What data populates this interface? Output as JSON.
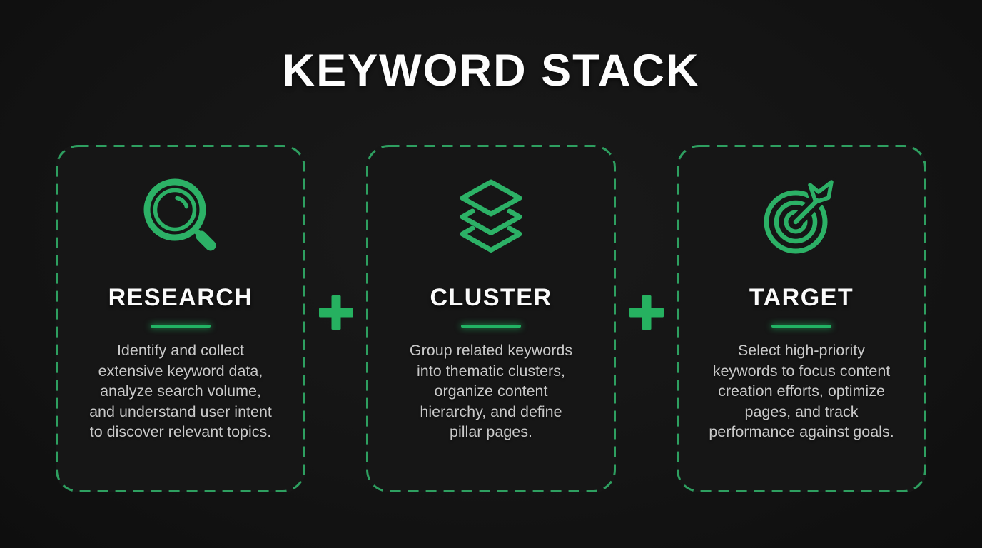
{
  "header": {
    "title": "KEYWORD STACK"
  },
  "cards": [
    {
      "id": "research",
      "title": "RESEARCH",
      "icon": "search-icon",
      "description": "Identify and collect\nextensive keyword data,\nanalyze search volume,\nand understand user intent\nto discover relevant topics."
    },
    {
      "id": "cluster",
      "title": "CLUSTER",
      "icon": "layers-icon",
      "description": "Group related keywords\ninto thematic clusters,\norganize content\nhierarchy, and define\npillar pages."
    },
    {
      "id": "target",
      "title": "TARGET",
      "icon": "target-arrow-icon",
      "description": "Select high-priority\nkeywords to focus content\ncreation efforts, optimize\npages, and track\nperformance against goals."
    }
  ],
  "separators": [
    {
      "symbol": "+"
    },
    {
      "symbol": "+"
    }
  ],
  "colors": {
    "background": "#141414",
    "card_background": "#161616",
    "accent_green": "#2cb166",
    "border_green": "#2e9f60",
    "underline_green": "#22b364",
    "plus_green": "#26b160",
    "title_white": "#fdfdfd",
    "body_gray": "#c9c9c9"
  }
}
